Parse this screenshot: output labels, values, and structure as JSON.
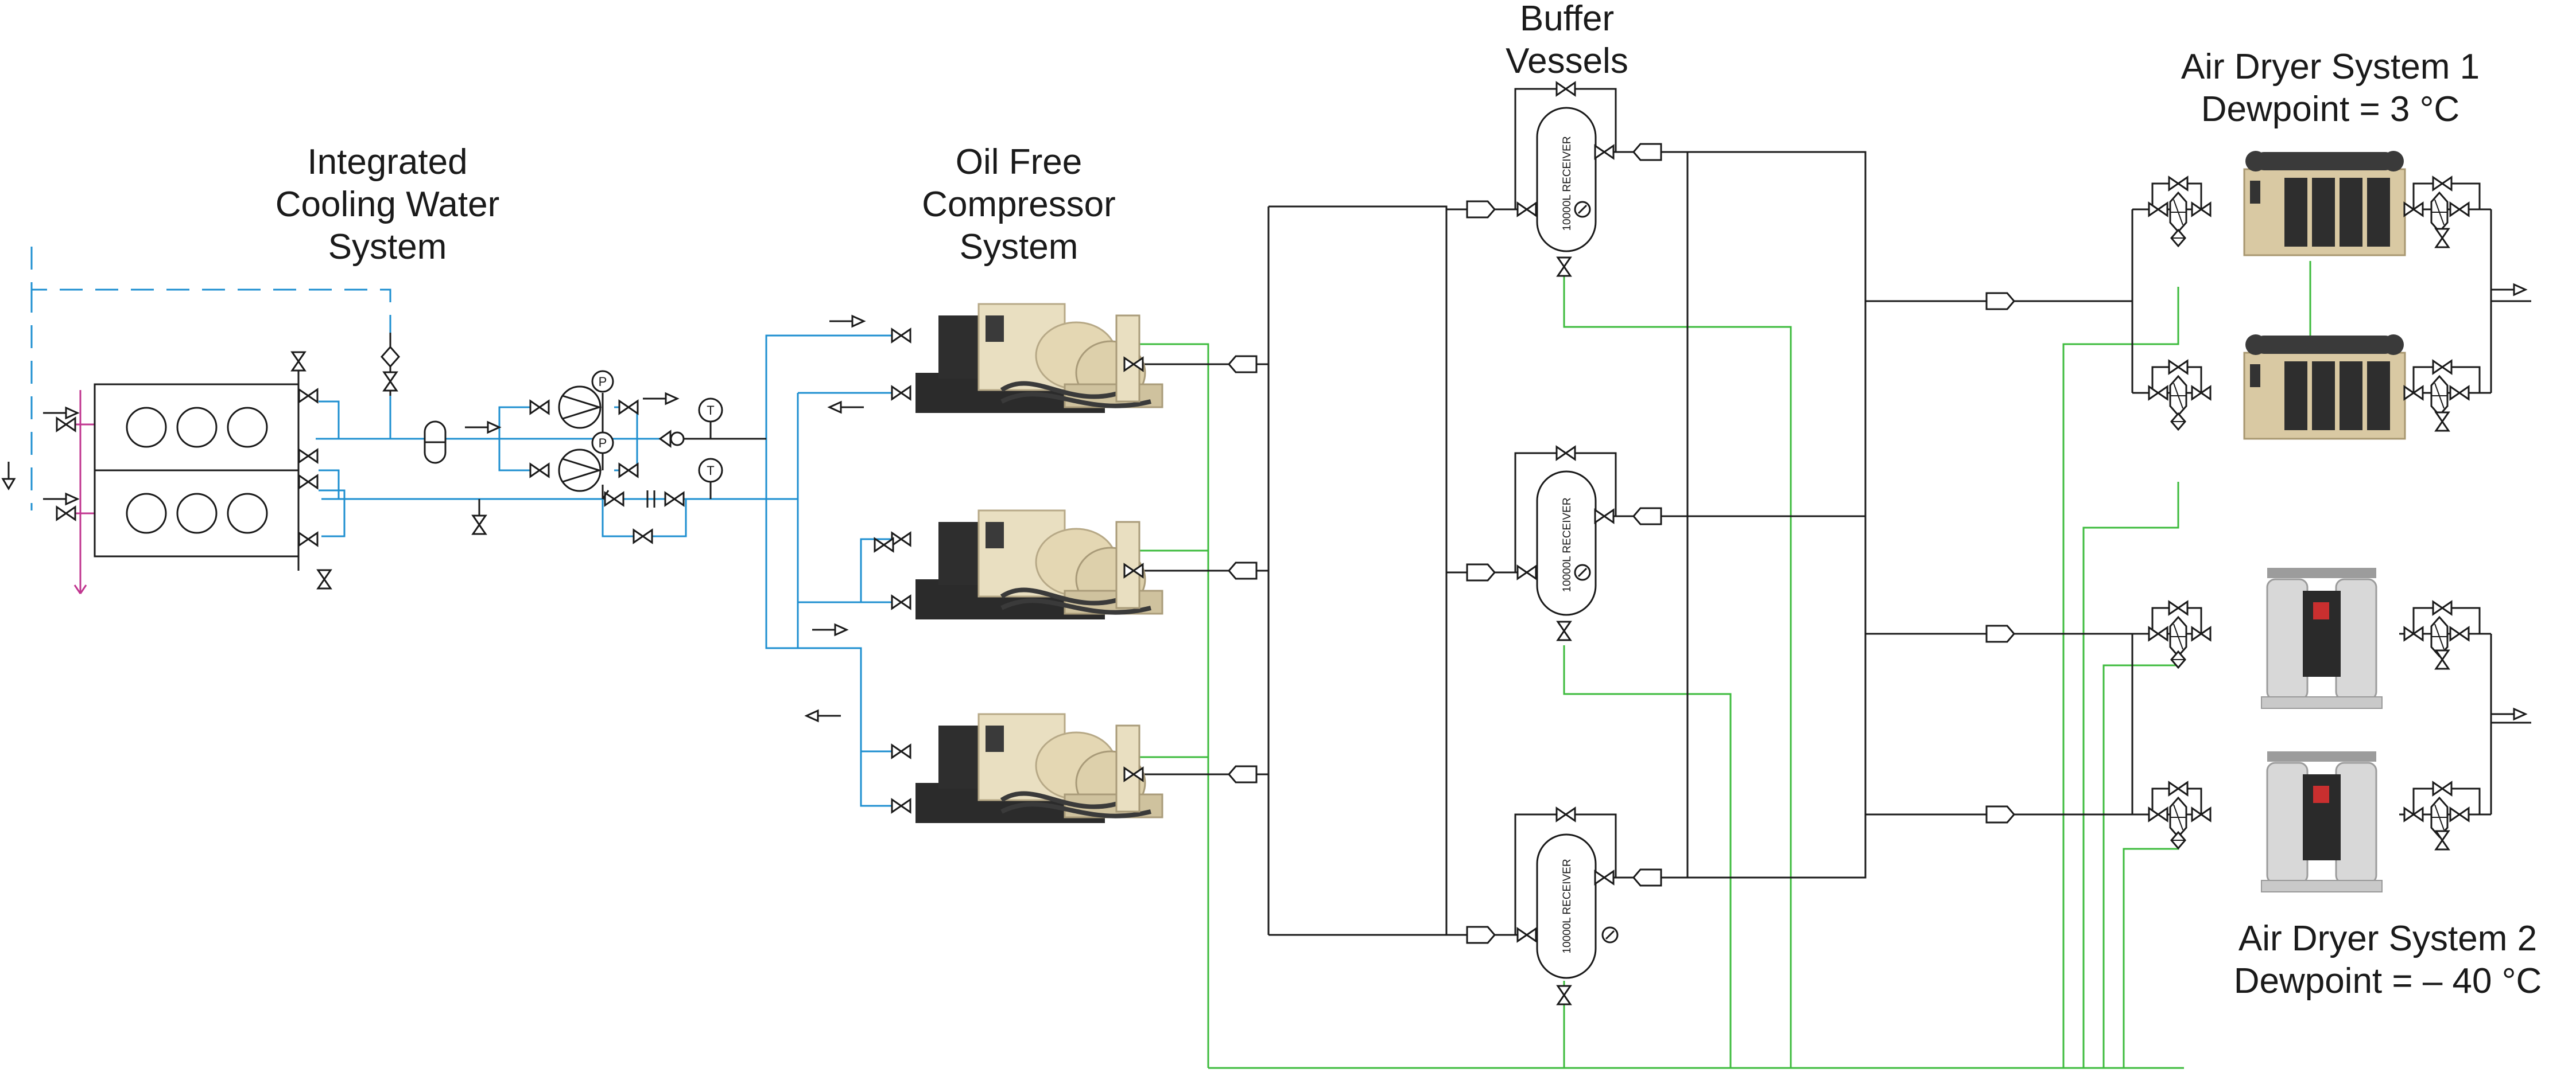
{
  "labels": {
    "cooling": [
      "Integrated",
      "Cooling Water",
      "System"
    ],
    "compressor": [
      "Oil Free",
      "Compressor",
      "System"
    ],
    "buffer": [
      "Buffer",
      "Vessels"
    ],
    "dryer1": [
      "Air Dryer System 1",
      "Dewpoint = 3 °C"
    ],
    "dryer2": [
      "Air Dryer System 2",
      "Dewpoint = – 40 °C"
    ]
  },
  "receiver_text": "10000L RECEIVER",
  "instrument_letters": {
    "pressure": "P",
    "temperature": "T"
  },
  "colors": {
    "air_line": "#1a1a1a",
    "water_line": "#1e8fd0",
    "condensate_line": "#3dbb3d",
    "drain_line": "#c0358f",
    "compressor_body": "#e9dfc1",
    "dryer_panel": "#d9c9a3"
  }
}
